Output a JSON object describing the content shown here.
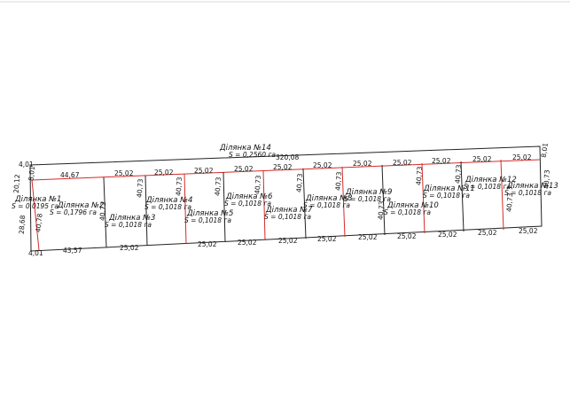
{
  "parcels": [
    {
      "name": "Ділянка №14",
      "area": "S = 0,2560 га"
    },
    {
      "name": "Ділянка №1",
      "area": "S = 0,0195 га"
    },
    {
      "name": "Ділянка №2",
      "area": "S = 0,1796 га"
    },
    {
      "name": "Ділянка №3",
      "area": "S = 0,1018 га"
    },
    {
      "name": "Ділянка №4",
      "area": "S = 0,1018 га"
    },
    {
      "name": "Ділянка №5",
      "area": "S = 0,1018 га"
    },
    {
      "name": "Ділянка №6",
      "area": "S = 0,1018 га"
    },
    {
      "name": "Ділянка №7",
      "area": "S = 0,1018 га"
    },
    {
      "name": "Ділянка №8",
      "area": "S = 0,1018 га"
    },
    {
      "name": "Ділянка №9",
      "area": "S = 0,1018 га"
    },
    {
      "name": "Ділянка №10",
      "area": "S = 0,1018 га"
    },
    {
      "name": "Ділянка №11",
      "area": "S = 0,1018 га"
    },
    {
      "name": "Ділянка №12",
      "area": "S = 0,1018 га"
    },
    {
      "name": "Ділянка №13",
      "area": "S = 0,1018 га"
    }
  ],
  "dimensions": {
    "top_total": "320,08",
    "left_top_offset": "4,01",
    "left_upper": "20,12",
    "left_lower": "28,68",
    "left_bottom_offset": "4,01",
    "strip_width_left": "8,01",
    "strip_width_right": "8,01",
    "right_side": "40,73",
    "p2_top": "44,67",
    "p2_bottom": "43,57",
    "p1_side": "40,78",
    "parcel_width": "25,02",
    "parcel_depth": "40,73"
  }
}
